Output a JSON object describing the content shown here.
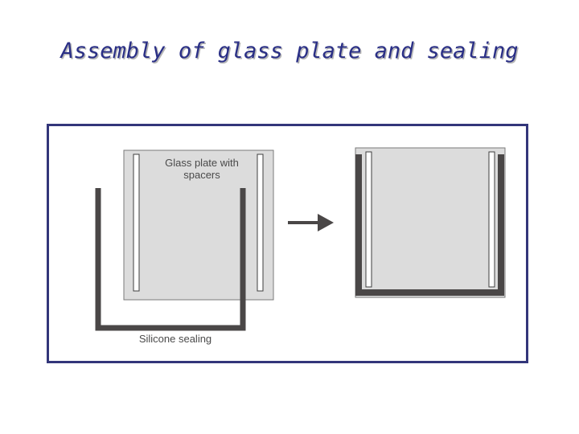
{
  "slide": {
    "title": "Assembly of glass plate and sealing"
  },
  "diagram": {
    "labels": {
      "glass_plate_line1": "Glass plate with",
      "glass_plate_line2": "spacers",
      "silicone_sealing": "Silicone sealing"
    },
    "colors": {
      "title": "#2a2f86",
      "frame_border": "#33367a",
      "glass": "#dcdcdc",
      "sealing": "#4a4747",
      "spacer_fill": "#ffffff",
      "arrow": "#4a4747"
    },
    "icons": {
      "arrow": "right-arrow-icon"
    }
  }
}
